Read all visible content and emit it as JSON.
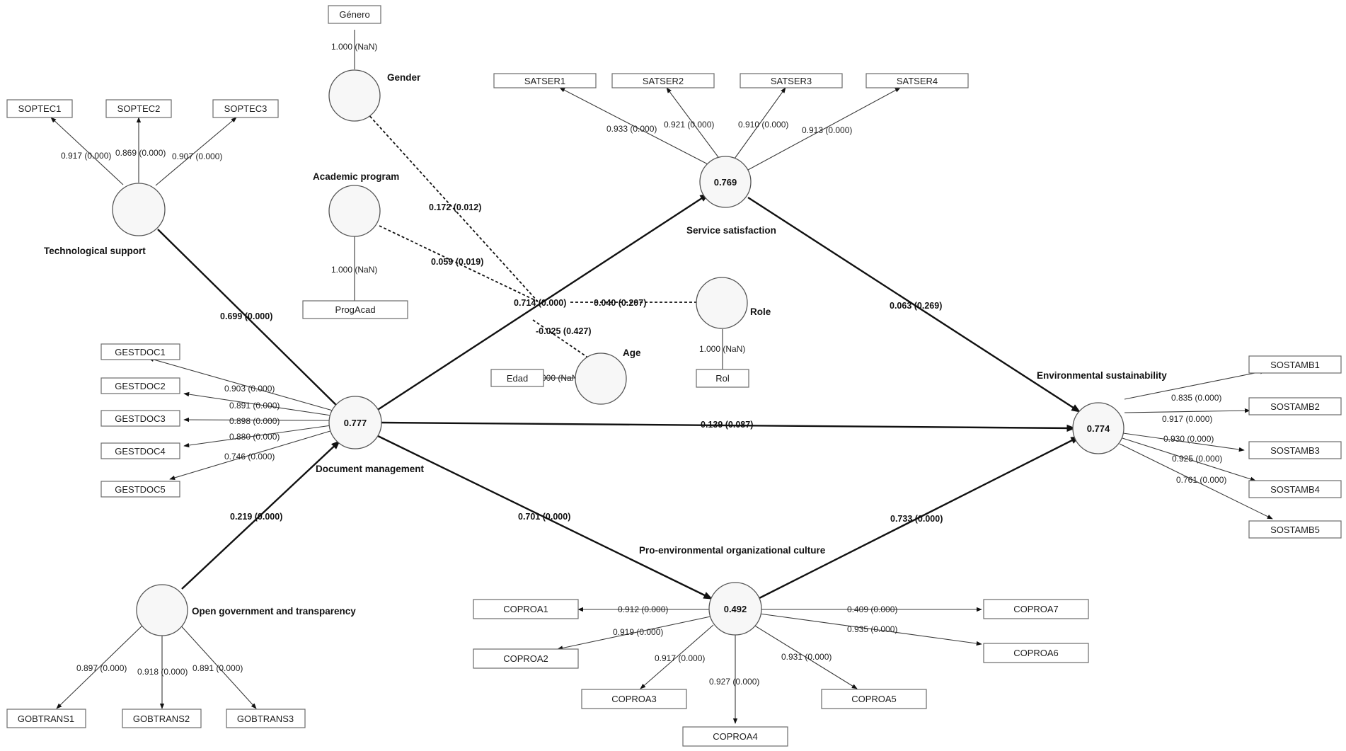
{
  "constructs": {
    "gender": {
      "name": "Gender",
      "r2": ""
    },
    "academic": {
      "name": "Academic program",
      "r2": ""
    },
    "tech": {
      "name": "Technological support",
      "r2": ""
    },
    "docmgmt": {
      "name": "Document management",
      "r2": "0.777"
    },
    "opengov": {
      "name": "Open government and transparency",
      "r2": ""
    },
    "satisf": {
      "name": "Service satisfaction",
      "r2": "0.769"
    },
    "role": {
      "name": "Role",
      "r2": ""
    },
    "age": {
      "name": "Age",
      "r2": ""
    },
    "envsust": {
      "name": "Environmental sustainability",
      "r2": "0.774"
    },
    "culture": {
      "name": "Pro-environmental organizational culture",
      "r2": "0.492"
    }
  },
  "indicators": {
    "genero": "Género",
    "progacad": "ProgAcad",
    "edad": "Edad",
    "rol": "Rol",
    "soptec1": "SOPTEC1",
    "soptec2": "SOPTEC2",
    "soptec3": "SOPTEC3",
    "satser1": "SATSER1",
    "satser2": "SATSER2",
    "satser3": "SATSER3",
    "satser4": "SATSER4",
    "gestdoc1": "GESTDOC1",
    "gestdoc2": "GESTDOC2",
    "gestdoc3": "GESTDOC3",
    "gestdoc4": "GESTDOC4",
    "gestdoc5": "GESTDOC5",
    "gobtrans1": "GOBTRANS1",
    "gobtrans2": "GOBTRANS2",
    "gobtrans3": "GOBTRANS3",
    "sostamb1": "SOSTAMB1",
    "sostamb2": "SOSTAMB2",
    "sostamb3": "SOSTAMB3",
    "sostamb4": "SOSTAMB4",
    "sostamb5": "SOSTAMB5",
    "coproa1": "COPROA1",
    "coproa2": "COPROA2",
    "coproa3": "COPROA3",
    "coproa4": "COPROA4",
    "coproa5": "COPROA5",
    "coproa6": "COPROA6",
    "coproa7": "COPROA7"
  },
  "loadings": {
    "genero": "1.000 (NaN)",
    "progacad": "1.000 (NaN)",
    "edad": "1.000 (NaN)",
    "rol": "1.000 (NaN)",
    "soptec1": "0.917 (0.000)",
    "soptec2": "0.869 (0.000)",
    "soptec3": "0.907 (0.000)",
    "satser1": "0.933 (0.000)",
    "satser2": "0.921 (0.000)",
    "satser3": "0.910 (0.000)",
    "satser4": "0.913 (0.000)",
    "gestdoc1": "0.903 (0.000)",
    "gestdoc2": "0.891 (0.000)",
    "gestdoc3": "0.898 (0.000)",
    "gestdoc4": "0.880 (0.000)",
    "gestdoc5": "0.746 (0.000)",
    "gobtrans1": "0.897 (0.000)",
    "gobtrans2": "0.918 (0.000)",
    "gobtrans3": "0.891 (0.000)",
    "sostamb1": "0.835 (0.000)",
    "sostamb2": "0.917 (0.000)",
    "sostamb3": "0.930 (0.000)",
    "sostamb4": "0.925 (0.000)",
    "sostamb5": "0.761 (0.000)",
    "coproa1": "0.912 (0.000)",
    "coproa2": "0.919 (0.000)",
    "coproa3": "0.917 (0.000)",
    "coproa4": "0.927 (0.000)",
    "coproa5": "0.931 (0.000)",
    "coproa6": "0.935 (0.000)",
    "coproa7": "0.409 (0.000)"
  },
  "paths": {
    "tech_doc": "0.699 (0.000)",
    "gov_doc": "0.219 (0.000)",
    "doc_satisf": "0.714 (0.000)",
    "doc_env": "0.139 (0.087)",
    "doc_culture": "0.701 (0.000)",
    "satisf_env": "0.063 (0.269)",
    "culture_env": "0.733 (0.000)",
    "gender_mod": "0.172 (0.012)",
    "academic_mod": "0.059 (0.019)",
    "role_mod": "0.040 (0.207)",
    "age_mod": "-0.025 (0.427)"
  }
}
